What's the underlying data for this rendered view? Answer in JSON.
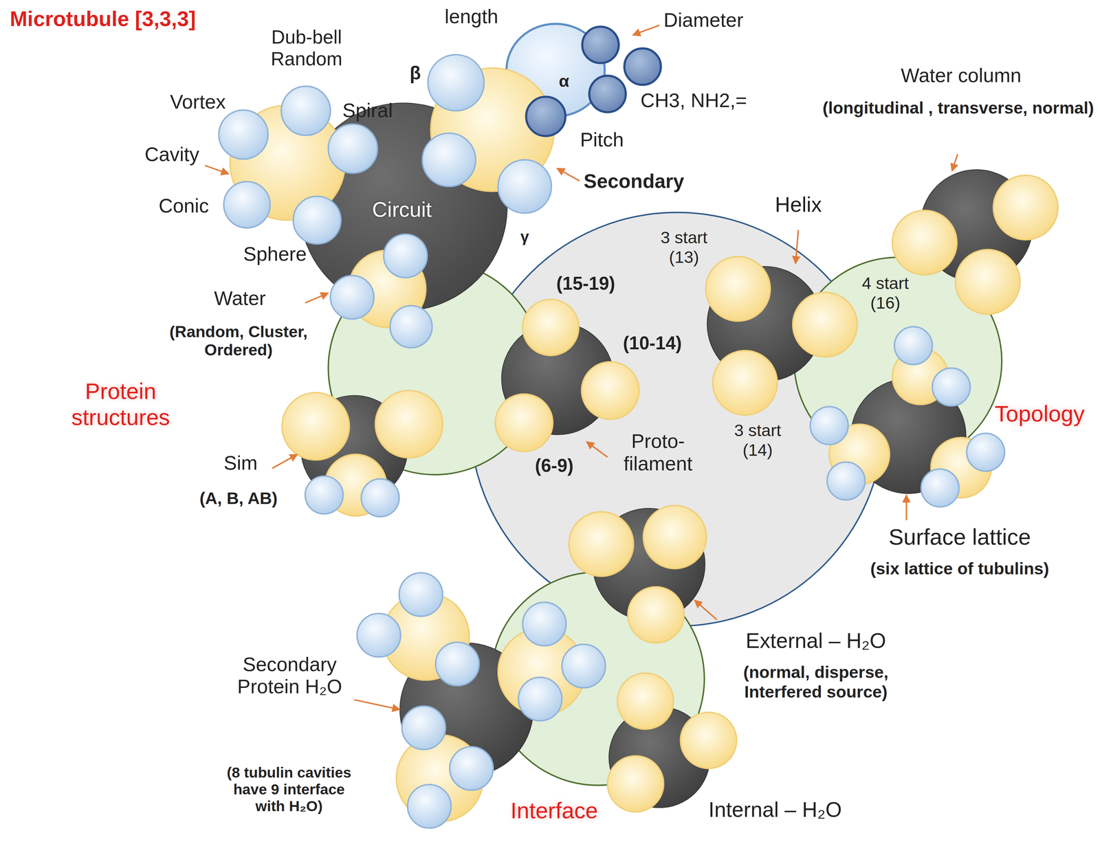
{
  "diagram": {
    "title": "Microtubule [3,3,3]",
    "nodes": [
      {
        "text": [
          "Circuit"
        ]
      },
      {
        "text": [
          "α"
        ]
      }
    ],
    "labels": [
      "Dub-bell Random",
      "length",
      "Diameter",
      "β",
      "CH3, NH2,=",
      "Vortex",
      "Spiral",
      "Cavity",
      "Conic",
      "Pitch",
      "Secondary",
      "Water column",
      "(longitudinal , transverse, normal)",
      "Sphere",
      "γ",
      "Helix",
      "3 start (13)",
      "4 start (16)",
      "Water",
      "(Random, Cluster, Ordered)",
      "(15-19)",
      "(10-14)",
      "Protein structures",
      "Topology",
      "Sim",
      "(A, B, AB)",
      "Proto- filament",
      "(6-9)",
      "3 start (14)",
      "Surface lattice",
      "(six lattice of tubulins)",
      "External – H₂O",
      "(normal, disperse, Interfered source)",
      "Secondary Protein H₂O",
      "(8 tubulin cavities have 9 interface with H₂O)",
      "Interface",
      "Internal – H₂O"
    ]
  }
}
